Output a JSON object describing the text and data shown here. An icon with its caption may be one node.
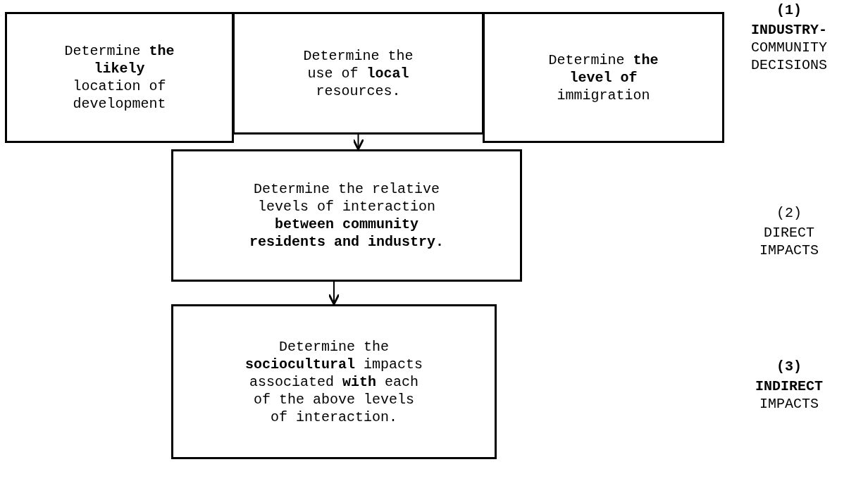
{
  "diagram": {
    "nodes": [
      {
        "text": [
          "Determine **the** **likely** location of development"
        ]
      },
      {
        "text": [
          "Determine the use of **local** resources."
        ]
      },
      {
        "text": [
          "Determine **the** **level of** immigration"
        ]
      },
      {
        "text": [
          "Determine the relative levels of interaction **between community residents and industry.**"
        ]
      },
      {
        "text": [
          "Determine the **sociocultural** impacts associated **with** each of the above levels of interaction."
        ]
      }
    ],
    "edges": [
      {
        "from": 1,
        "to": 3,
        "arrow": "to"
      },
      {
        "from": 3,
        "to": 4,
        "arrow": "to"
      }
    ],
    "labels": [
      "**(1)**",
      "**INDUSTRY-**COMMUNITY DECISIONS",
      "(2)",
      "DIRECT IMPACTS",
      "**(3)**",
      "**INDIRECT** IMPACTS"
    ]
  }
}
